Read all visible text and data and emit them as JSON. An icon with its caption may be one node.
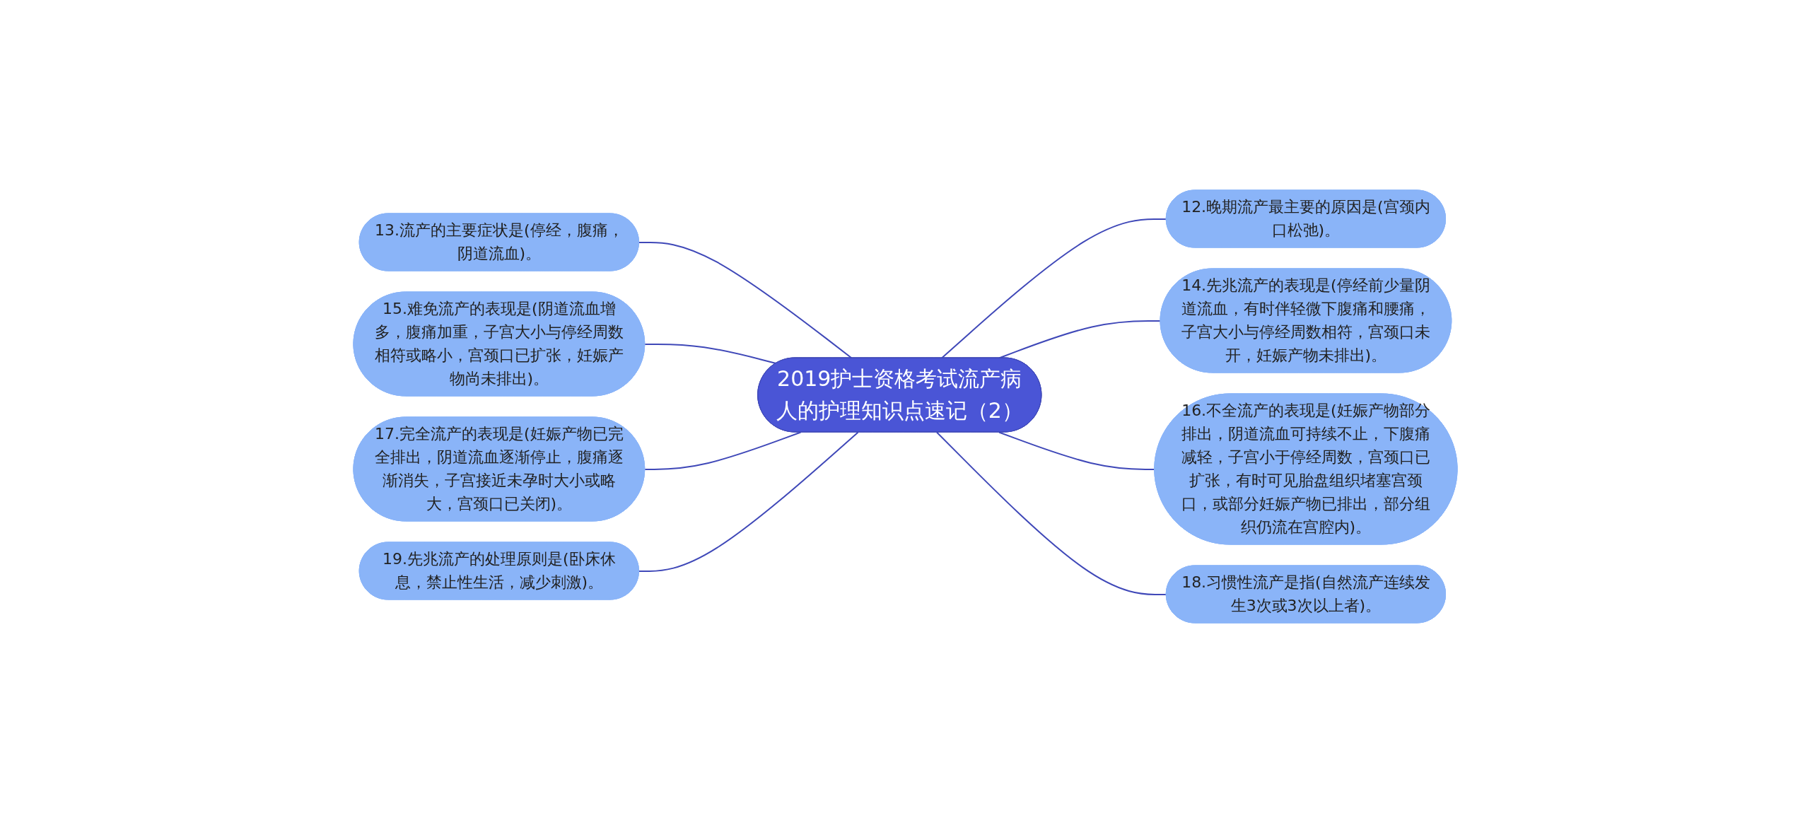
{
  "diagram": {
    "nodes": [
      {
        "text": [
          "2019护士资格考试流产病人的护理知识点速记（2）"
        ]
      },
      {
        "text": [
          "12.晚期流产最主要的原因是(宫颈内口松弛)。"
        ]
      },
      {
        "text": [
          "13.流产的主要症状是(停经，腹痛，阴道流血)。"
        ]
      },
      {
        "text": [
          "14.先兆流产的表现是(停经前少量阴道流血，有时伴轻微下腹痛和腰痛，子宫大小与停经周数相符，宫颈口未开，妊娠产物未排出)。"
        ]
      },
      {
        "text": [
          "15.难免流产的表现是(阴道流血增多，腹痛加重，子宫大小与停经周数相符或略小，宫颈口已扩张，妊娠产物尚未排出)。"
        ]
      },
      {
        "text": [
          "16.不全流产的表现是(妊娠产物部分排出，阴道流血可持续不止，下腹痛减轻，子宫小于停经周数，宫颈口已扩张，有时可见胎盘组织堵塞宫颈口，或部分妊娠产物已排出，部分组织仍流在宫腔内)。"
        ]
      },
      {
        "text": [
          "17.完全流产的表现是(妊娠产物已完全排出，阴道流血逐渐停止，腹痛逐渐消失，子宫接近未孕时大小或略大，宫颈口已关闭)。"
        ]
      },
      {
        "text": [
          "18.习惯性流产是指(自然流产连续发生3次或3次以上者)。"
        ]
      },
      {
        "text": [
          "19.先兆流产的处理原则是(卧床休息，禁止性生活，减少刺激)。"
        ]
      }
    ],
    "edges": [
      {
        "from": 0,
        "to": 1,
        "arrow": "none"
      },
      {
        "from": 2,
        "to": 0,
        "arrow": "none"
      },
      {
        "from": 0,
        "to": 3,
        "arrow": "none"
      },
      {
        "from": 4,
        "to": 0,
        "arrow": "none"
      },
      {
        "from": 0,
        "to": 5,
        "arrow": "none"
      },
      {
        "from": 6,
        "to": 0,
        "arrow": "none"
      },
      {
        "from": 0,
        "to": 7,
        "arrow": "none"
      },
      {
        "from": 8,
        "to": 0,
        "arrow": "none"
      }
    ]
  }
}
